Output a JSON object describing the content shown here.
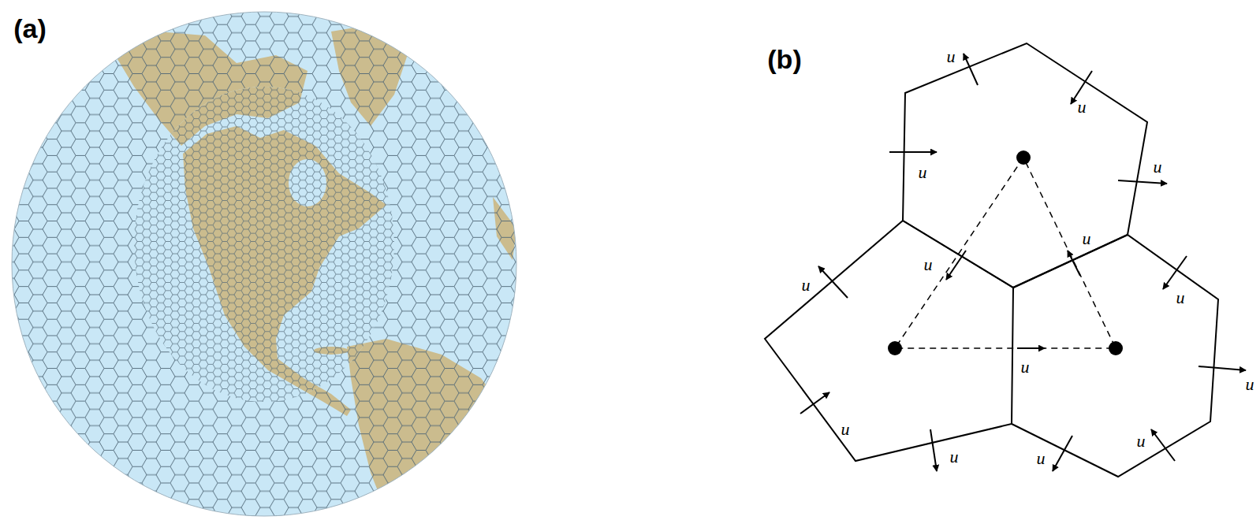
{
  "diagram": {
    "labels": [
      "(a)",
      "(b)",
      "u",
      "u",
      "u",
      "u",
      "u",
      "u",
      "u",
      "u",
      "u",
      "u",
      "u",
      "u",
      "u",
      "u"
    ]
  }
}
